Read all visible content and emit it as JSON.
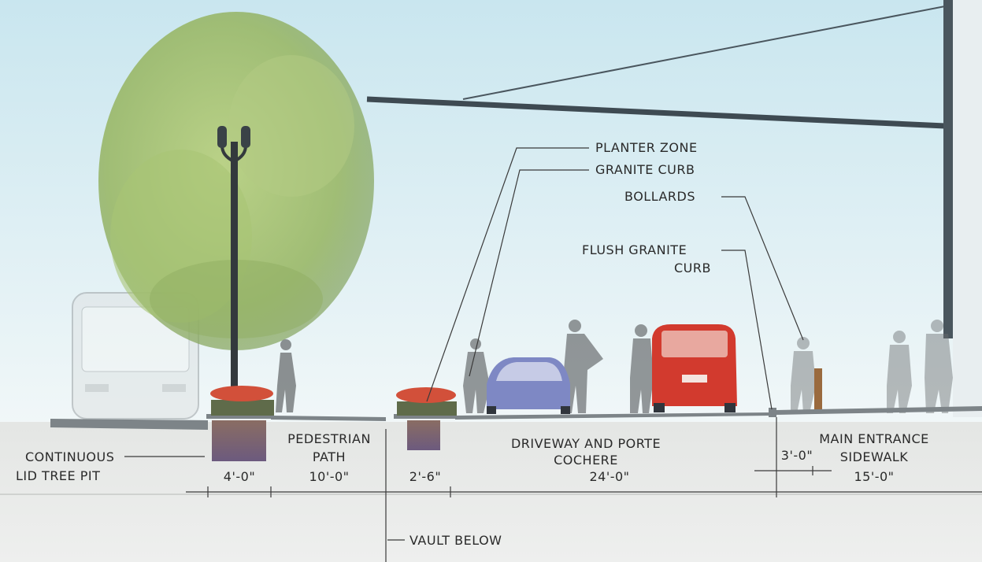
{
  "callouts": {
    "planter_zone": "PLANTER ZONE",
    "granite_curb": "GRANITE CURB",
    "bollards": "BOLLARDS",
    "flush_curb_line1": "FLUSH GRANITE",
    "flush_curb_line2": "CURB",
    "tree_pit_line1": "CONTINUOUS",
    "tree_pit_line2": "LID TREE PIT",
    "vault": "VAULT BELOW"
  },
  "zones": {
    "pedestrian_line1": "PEDESTRIAN",
    "pedestrian_line2": "PATH",
    "driveway_line1": "DRIVEWAY AND PORTE",
    "driveway_line2": "COCHERE",
    "entrance_line1": "MAIN ENTRANCE",
    "entrance_line2": "SIDEWALK"
  },
  "dimensions": {
    "tree_pit": "4'-0\"",
    "pedestrian_path": "10'-0\"",
    "planter": "2'-6\"",
    "driveway": "24'-0\"",
    "curb_zone": "3'-0\"",
    "sidewalk": "15'-0\""
  },
  "colors": {
    "sky_top": "#c9e6ef",
    "sky_bottom": "#eef6f8",
    "ground": "#e6e8e6",
    "tree": "#9fbf6a",
    "flowers": "#d2503a",
    "car_red": "#d23a2e",
    "car_blue": "#7e88c4"
  }
}
